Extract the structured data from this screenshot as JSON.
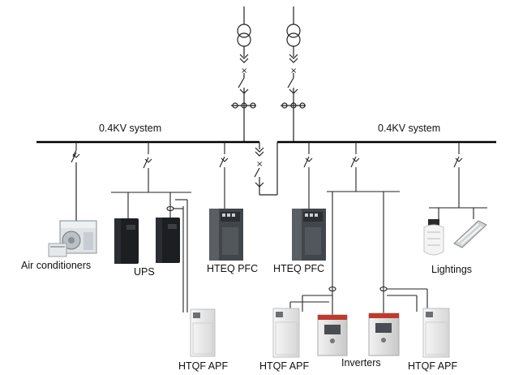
{
  "labels": {
    "system_left": "0.4KV system",
    "system_right": "0.4KV system",
    "air_conditioners": "Air conditioners",
    "ups": "UPS",
    "hteq_pfc_left": "HTEQ PFC",
    "hteq_pfc_right": "HTEQ PFC",
    "lightings": "Lightings",
    "htqf_apf_left": "HTQF APF",
    "htqf_apf_mid": "HTQF APF",
    "inverters": "Inverters",
    "htqf_apf_right": "HTQF APF"
  },
  "colors": {
    "line": "#222222",
    "bus": "#000000",
    "cabinet": "#3f4448",
    "cabinet_light": "#eeeeee",
    "ups_body": "#1d1f22",
    "ac_body": "#d9dde0",
    "inverter_red": "#c0392b"
  },
  "icons": [
    "transformer-icon",
    "breaker-switch-icon",
    "current-transformer-icon"
  ]
}
